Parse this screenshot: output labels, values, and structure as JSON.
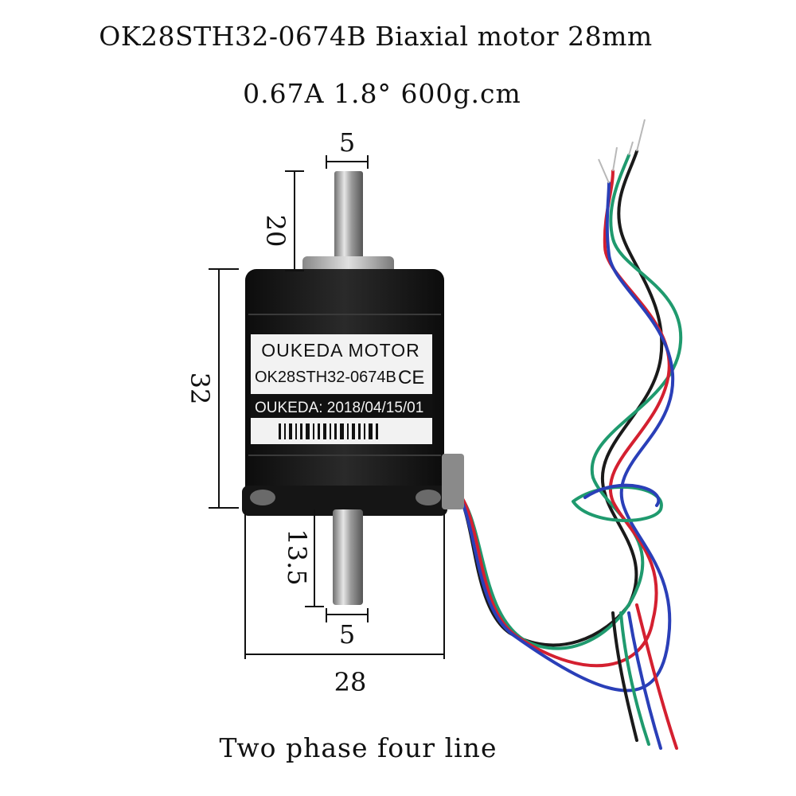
{
  "title": {
    "line1": "OK28STH32-0674B Biaxial motor 28mm",
    "line2": "0.67A 1.8° 600g.cm"
  },
  "caption": "Two phase four line",
  "dimensions": {
    "shaft_diameter_top": "5",
    "shaft_length_top": "20",
    "body_height": "32",
    "shaft_length_bottom": "13.5",
    "shaft_diameter_bottom": "5",
    "body_width": "28"
  },
  "label": {
    "brand": "OUKEDA MOTOR",
    "model": "OK28STH32-0674B",
    "mark": "CE",
    "date_line": "OUKEDA: 2018/04/15/01"
  },
  "wire_colors": {
    "black": "#1a1a1a",
    "red": "#d42030",
    "blue": "#2a3fb8",
    "green": "#1f9a6e"
  }
}
